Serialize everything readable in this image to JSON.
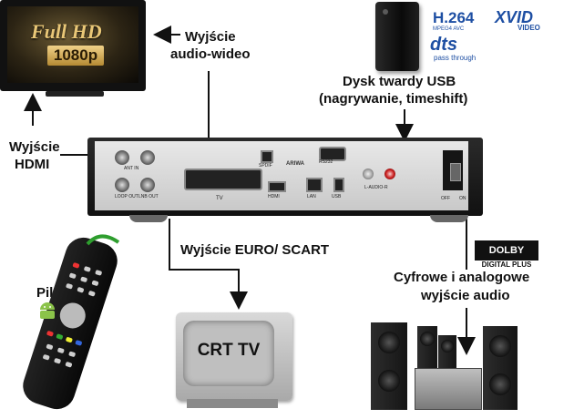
{
  "tv_screen": {
    "brand": "Full HD",
    "resolution": "1080p"
  },
  "labels": {
    "av_output": [
      "Wyjście",
      "audio-wideo"
    ],
    "hdmi_output": [
      "Wyjście",
      "HDMI"
    ],
    "usb_hdd": [
      "Dysk twardy USB",
      "(nagrywanie, timeshift)"
    ],
    "scart_output": "Wyjście EURO/ SCART",
    "remote": "Pilot",
    "audio_output": [
      "Cyfrowe i analogowe",
      "wyjście audio"
    ],
    "crt_tv": "CRT TV"
  },
  "logos": {
    "h264": "H.264",
    "h264_sub": "MPEG4 AVC",
    "xvid": "XVID",
    "xvid_sub": "VIDEO",
    "dts": "dts",
    "dts_sub": "pass through",
    "dolby": "DOLBY",
    "dolby_sub": "DIGITAL PLUS"
  },
  "receiver": {
    "brand": "ARIWA",
    "ports": [
      "ANT IN",
      "LOOP OUT",
      "LNB OUT",
      "TV",
      "SPDIF",
      "HDMI",
      "LAN",
      "USB",
      "RS232",
      "L-AUDIO-R",
      "OFF",
      "ON"
    ]
  },
  "colors": {
    "logo_blue": "#1e4fa3",
    "arrow": "#111111"
  }
}
